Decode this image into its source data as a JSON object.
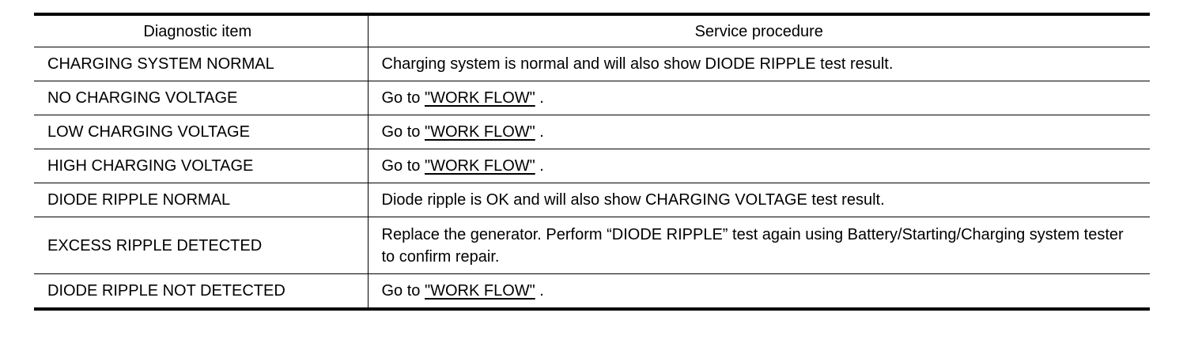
{
  "table": {
    "headers": [
      "Diagnostic item",
      "Service procedure"
    ],
    "rows": [
      {
        "item": "CHARGING SYSTEM NORMAL",
        "procedure": "Charging system is normal and will also show DIODE RIPPLE test result."
      },
      {
        "item": "NO CHARGING VOLTAGE",
        "prefix": "Go to ",
        "link": "\"WORK FLOW\"",
        "suffix": " ."
      },
      {
        "item": "LOW CHARGING VOLTAGE",
        "prefix": "Go to ",
        "link": "\"WORK FLOW\"",
        "suffix": " ."
      },
      {
        "item": "HIGH CHARGING VOLTAGE",
        "prefix": "Go to ",
        "link": "\"WORK FLOW\"",
        "suffix": " ."
      },
      {
        "item": "DIODE RIPPLE NORMAL",
        "procedure": "Diode ripple is OK and will also show CHARGING VOLTAGE test result."
      },
      {
        "item": "EXCESS RIPPLE DETECTED",
        "procedure": "Replace the generator. Perform “DIODE RIPPLE” test again using Battery/Starting/Charging system tester to confirm repair."
      },
      {
        "item": "DIODE RIPPLE NOT DETECTED",
        "prefix": "Go to ",
        "link": "\"WORK FLOW\"",
        "suffix": " ."
      }
    ]
  }
}
